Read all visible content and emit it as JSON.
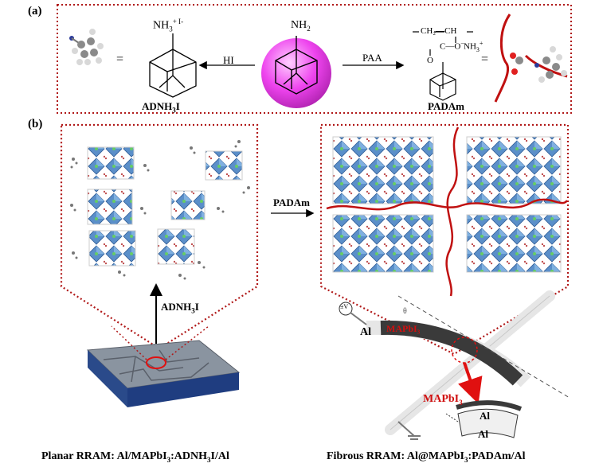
{
  "panel_a": {
    "label": "(a)",
    "center_group": "NH",
    "center_group_sub": "2",
    "left_reagent": "HI",
    "right_reagent": "PAA",
    "left_salt_top": "NH",
    "left_salt_sub": "3",
    "left_salt_charge": "+ I",
    "left_salt_charge2": "-",
    "left_equals": "=",
    "right_equals": "=",
    "polymer_chain": "CH₂—CH",
    "polymer_carbonyl": "C—O",
    "polymer_o_charge": "−",
    "polymer_amine": "NH",
    "polymer_amine_sub": "3",
    "polymer_amine_charge": "+",
    "polymer_oxygen": "O",
    "left_name": "ADNH",
    "left_name_sub": "3",
    "left_name_end": "I",
    "right_name": "PADAm"
  },
  "panel_b": {
    "label": "(b)",
    "arrow_label": "PADAm",
    "vertical_arrow_label": "ADNH",
    "vertical_arrow_sub": "3",
    "vertical_arrow_end": "I",
    "voltage_symbol": "±V",
    "theta": "θ",
    "al_left": "Al",
    "mapbi_overlay": "MAPbI₃",
    "mapbi_callout": "MAPbI",
    "mapbi_callout_sub": "3",
    "al_box_top": "Al",
    "al_box_bottom": "Al",
    "caption_left": "Planar RRAM: Al/MAPbI",
    "caption_left_sub": "3",
    "caption_left_end": ":ADNH",
    "caption_left_sub2": "3",
    "caption_left_end2": "I/Al",
    "caption_right": "Fibrous RRAM: Al@MAPbI",
    "caption_right_sub": "3",
    "caption_right_end": ":PADAm/Al"
  },
  "colors": {
    "dotted_border": "#b01818",
    "sphere": "#ee44ee",
    "polymer": "#c01010",
    "octahedra": "#5b8fc9",
    "device_top": "#8a94a0",
    "device_base": "#1f3d80",
    "fiber": "#3a3a3a"
  }
}
